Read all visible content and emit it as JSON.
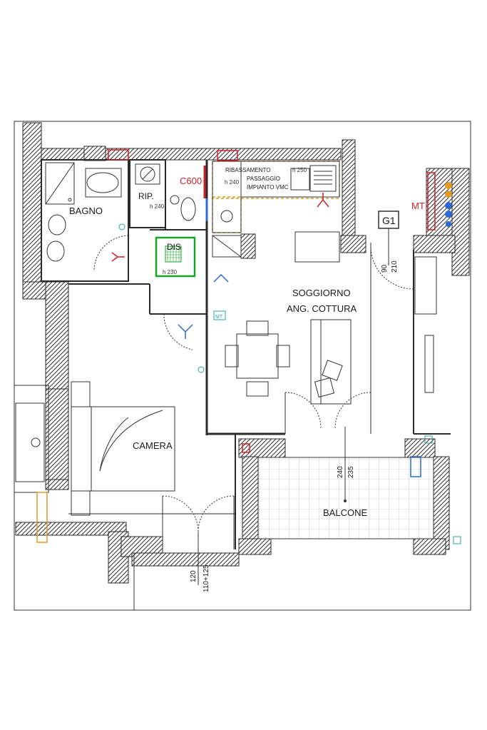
{
  "rooms": {
    "bagno": "BAGNO",
    "rip": "RIP.",
    "dis": "DIS",
    "soggiorno": "SOGGIORNO",
    "ang_cottura": "ANG. COTTURA",
    "camera": "CAMERA",
    "balcone": "BALCONE"
  },
  "heights": {
    "rip_h": "h 240",
    "dis_h": "h 230",
    "kitchen_h": "h 240"
  },
  "kitchen_notes": {
    "line1": "RIBASSAMENTO",
    "line2": "PASSAGGIO",
    "line3": "IMPIANTO VMC",
    "h_right": "h 250"
  },
  "codes": {
    "c600": "C600",
    "mt": "MT",
    "g1": "G1",
    "mt_tag": "MT"
  },
  "dimensions": {
    "door_g1_top": "90",
    "door_g1_bottom": "210",
    "balcone_1": "240",
    "balcone_2": "235",
    "bottom_1": "120",
    "bottom_2": "110+125"
  },
  "colors": {
    "wall": "#2b2b2b",
    "hatch": "#3a3a3a",
    "red": "#d0202a",
    "green": "#1aa329",
    "orange": "#e39a25",
    "blue": "#2b6ad6",
    "teal": "#2aa3a8"
  }
}
